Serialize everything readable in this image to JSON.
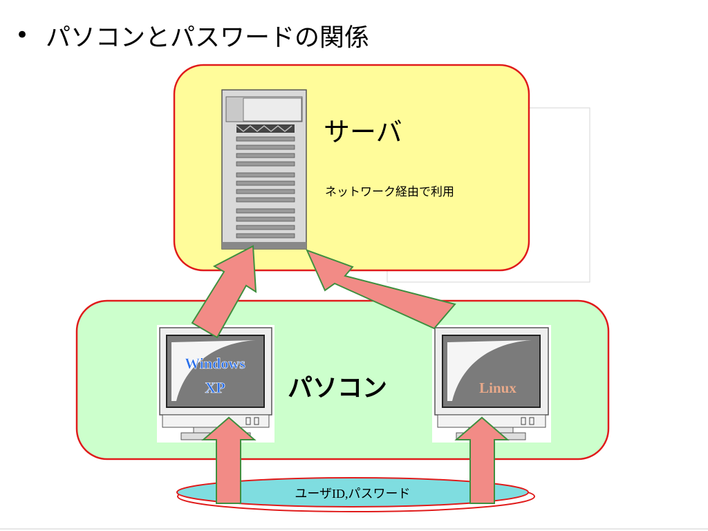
{
  "slide": {
    "bullet": "•",
    "title": "パソコンとパスワードの関係"
  },
  "server": {
    "label": "サーバ",
    "sublabel": "ネットワーク経由で利用",
    "box_color": "#fffc9a",
    "border_color": "#e01b1b"
  },
  "pcs": {
    "label": "パソコン",
    "box_color": "#ccffcc",
    "border_color": "#e01b1b",
    "windows_os": [
      "Windows",
      "XP"
    ],
    "windows_color": "#2a6fe8",
    "linux_os": "Linux",
    "linux_color": "#e8a98a"
  },
  "credentials": {
    "label": "ユーザID,パスワード",
    "fill_color": "#7fdde0",
    "border_color": "#e01b1b"
  },
  "arrows": {
    "fill_color": "#f28b86",
    "stroke_color": "#3f8f3f"
  }
}
